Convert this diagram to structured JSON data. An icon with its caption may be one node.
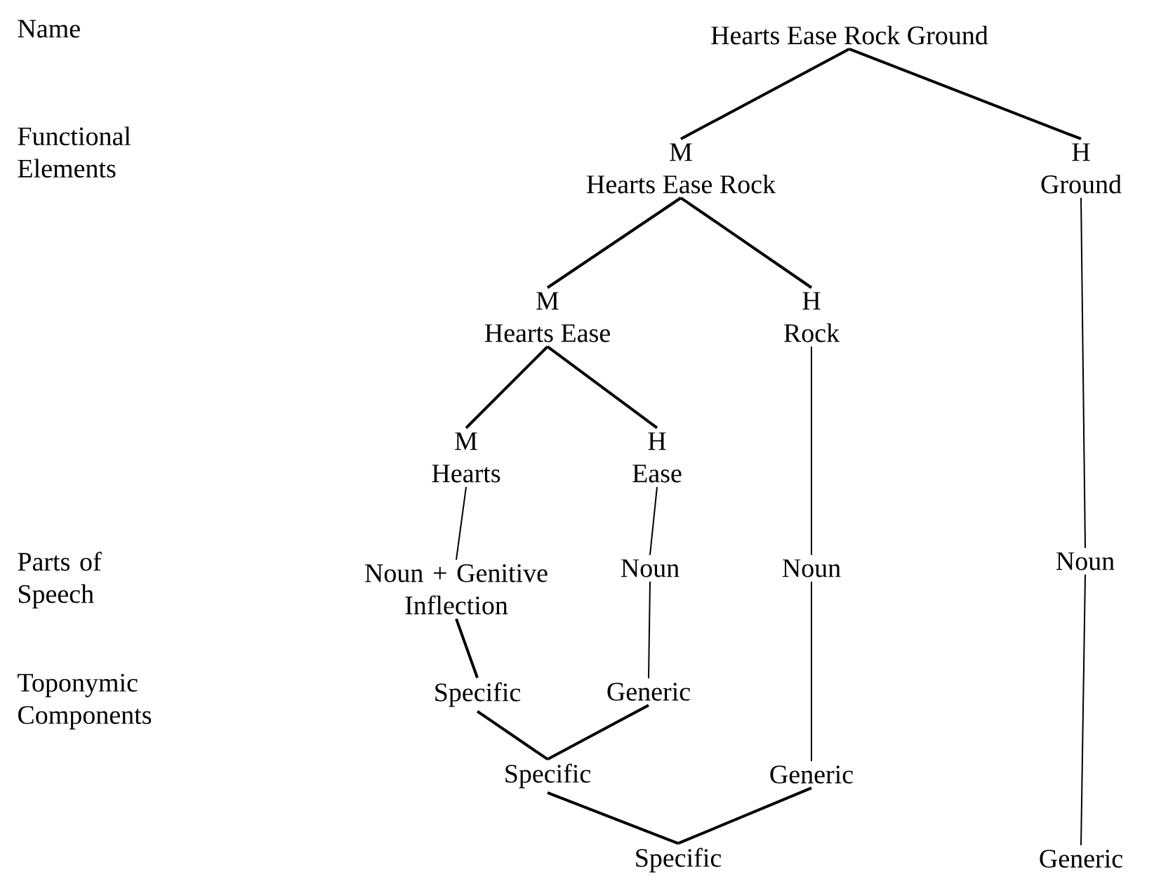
{
  "diagram": {
    "nodes": [
      {
        "text": [
          "Hearts Ease Rock Ground"
        ]
      },
      {
        "text": [
          "M",
          "Hearts Ease Rock"
        ]
      },
      {
        "text": [
          "H",
          "Ground"
        ]
      },
      {
        "text": [
          "M",
          "Hearts Ease"
        ]
      },
      {
        "text": [
          "H",
          "Rock"
        ]
      },
      {
        "text": [
          "M",
          "Hearts"
        ]
      },
      {
        "text": [
          "H",
          "Ease"
        ]
      },
      {
        "text": [
          "Noun + Genitive Inflection"
        ]
      },
      {
        "text": [
          "Noun"
        ]
      },
      {
        "text": [
          "Noun"
        ]
      },
      {
        "text": [
          "Noun"
        ]
      },
      {
        "text": [
          "Specific"
        ]
      },
      {
        "text": [
          "Generic"
        ]
      },
      {
        "text": [
          "Specific"
        ]
      },
      {
        "text": [
          "Generic"
        ]
      },
      {
        "text": [
          "Specific"
        ]
      },
      {
        "text": [
          "Generic"
        ]
      }
    ],
    "edges": [
      {
        "from": 0,
        "to": 1,
        "arrow": "none"
      },
      {
        "from": 0,
        "to": 2,
        "arrow": "none"
      },
      {
        "from": 1,
        "to": 3,
        "arrow": "none"
      },
      {
        "from": 1,
        "to": 4,
        "arrow": "none"
      },
      {
        "from": 3,
        "to": 5,
        "arrow": "none"
      },
      {
        "from": 3,
        "to": 6,
        "arrow": "none"
      },
      {
        "from": 5,
        "to": 7,
        "arrow": "none"
      },
      {
        "from": 6,
        "to": 8,
        "arrow": "none"
      },
      {
        "from": 4,
        "to": 9,
        "arrow": "none"
      },
      {
        "from": 2,
        "to": 10,
        "arrow": "none"
      },
      {
        "from": 7,
        "to": 11,
        "arrow": "none"
      },
      {
        "from": 8,
        "to": 12,
        "arrow": "none"
      },
      {
        "from": 9,
        "to": 14,
        "arrow": "none"
      },
      {
        "from": 10,
        "to": 16,
        "arrow": "none"
      },
      {
        "from": 11,
        "to": 13,
        "arrow": "none"
      },
      {
        "from": 12,
        "to": 13,
        "arrow": "none"
      },
      {
        "from": 13,
        "to": 15,
        "arrow": "none"
      },
      {
        "from": 14,
        "to": 15,
        "arrow": "none"
      }
    ],
    "labels": [
      "Name",
      "Functional Elements",
      "Parts of Speech",
      "Toponymic Components"
    ]
  }
}
